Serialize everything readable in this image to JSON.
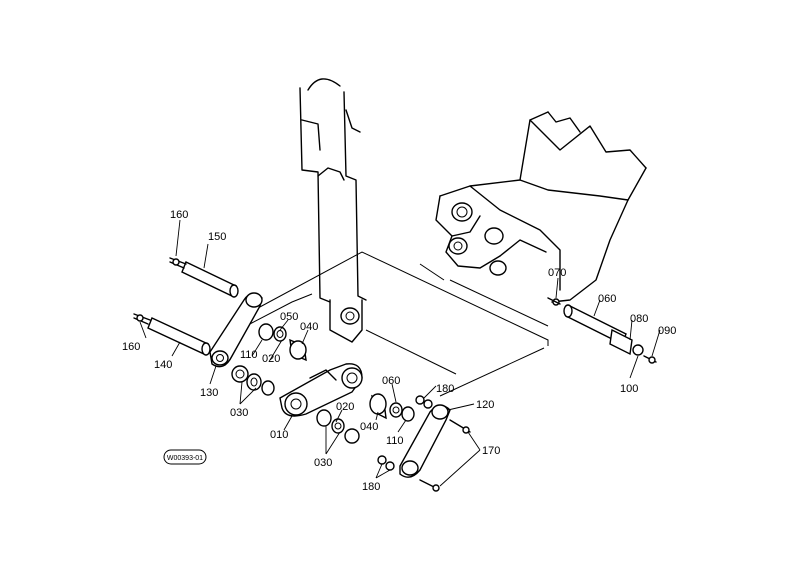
{
  "figure_code": "W00393-01",
  "callouts": [
    {
      "id": "c160a",
      "text": "160"
    },
    {
      "id": "c150",
      "text": "150"
    },
    {
      "id": "c160b",
      "text": "160"
    },
    {
      "id": "c140",
      "text": "140"
    },
    {
      "id": "c130",
      "text": "130"
    },
    {
      "id": "c050a",
      "text": "050"
    },
    {
      "id": "c040a",
      "text": "040"
    },
    {
      "id": "c110a",
      "text": "110"
    },
    {
      "id": "c020a",
      "text": "020"
    },
    {
      "id": "c030a",
      "text": "030"
    },
    {
      "id": "c010",
      "text": "010"
    },
    {
      "id": "c020b",
      "text": "020"
    },
    {
      "id": "c030b",
      "text": "030"
    },
    {
      "id": "c040b",
      "text": "040"
    },
    {
      "id": "c060a",
      "text": "060"
    },
    {
      "id": "c110b",
      "text": "110"
    },
    {
      "id": "c180a",
      "text": "180"
    },
    {
      "id": "c120",
      "text": "120"
    },
    {
      "id": "c170",
      "text": "170"
    },
    {
      "id": "c180b",
      "text": "180"
    },
    {
      "id": "c070",
      "text": "070"
    },
    {
      "id": "c060b",
      "text": "060"
    },
    {
      "id": "c080",
      "text": "080"
    },
    {
      "id": "c090",
      "text": "090"
    },
    {
      "id": "c100",
      "text": "100"
    }
  ]
}
